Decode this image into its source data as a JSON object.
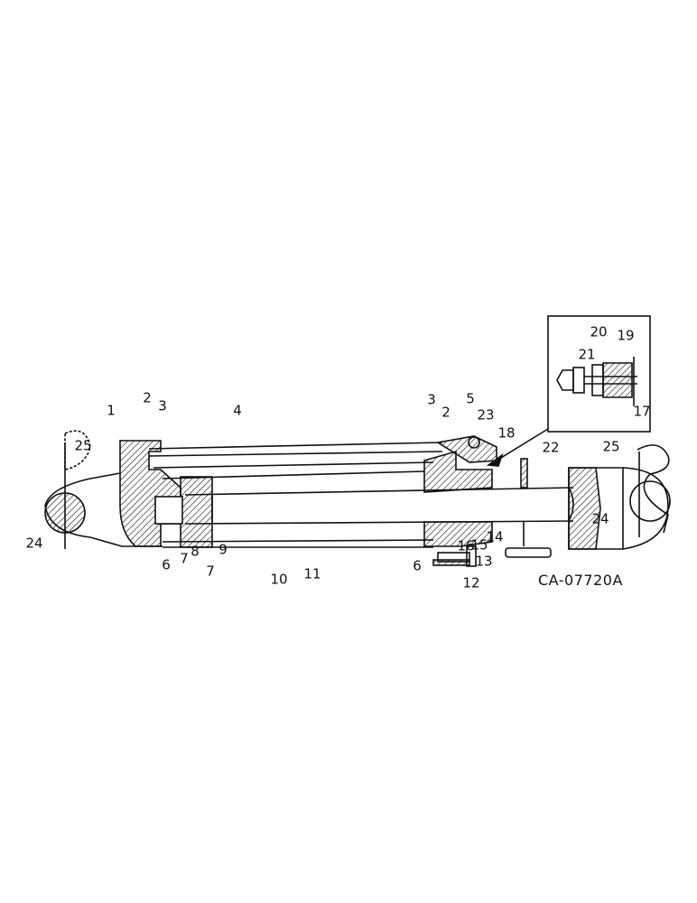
{
  "drawing_code": "CA-07720A",
  "callouts": [
    "1",
    "2",
    "3",
    "4",
    "3",
    "2",
    "5",
    "23",
    "18",
    "22",
    "25",
    "25",
    "24",
    "24",
    "6",
    "7",
    "8",
    "7",
    "9",
    "10",
    "11",
    "6",
    "13",
    "12",
    "16",
    "15",
    "14",
    "20",
    "19",
    "21",
    "17"
  ]
}
